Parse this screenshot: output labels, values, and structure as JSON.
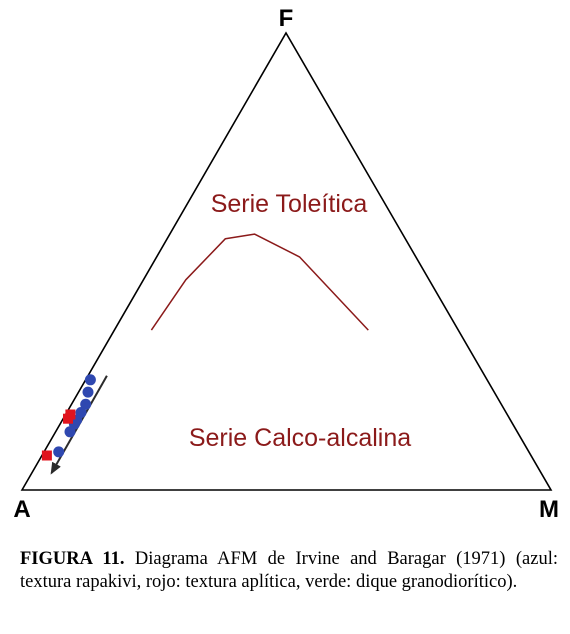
{
  "chart_data": {
    "type": "ternary",
    "vertices": {
      "top": "F",
      "left": "A",
      "right": "M"
    },
    "field_labels": {
      "upper": "Serie Toleítica",
      "lower": "Serie Calco-alcalina"
    },
    "boundary_line": {
      "color": "#8b1a1a",
      "points": [
        {
          "A": 58,
          "F": 35,
          "M": 7
        },
        {
          "A": 46,
          "F": 46,
          "M": 8
        },
        {
          "A": 34,
          "F": 55,
          "M": 11
        },
        {
          "A": 28,
          "F": 56,
          "M": 16
        },
        {
          "A": 22,
          "F": 51,
          "M": 27
        },
        {
          "A": 17,
          "F": 35,
          "M": 48
        }
      ]
    },
    "series": [
      {
        "name": "azul: textura rapakivi",
        "color": "#2f48b0",
        "marker": "circle",
        "points": [
          {
            "A": 84,
            "F": 27,
            "M": 1
          },
          {
            "A": 86,
            "F": 24,
            "M": 2
          },
          {
            "A": 88,
            "F": 21,
            "M": 3
          },
          {
            "A": 90,
            "F": 19,
            "M": 3
          },
          {
            "A": 91,
            "F": 17,
            "M": 3
          },
          {
            "A": 92,
            "F": 16,
            "M": 3
          },
          {
            "A": 93,
            "F": 14,
            "M": 3
          },
          {
            "A": 96,
            "F": 9,
            "M": 3
          }
        ]
      },
      {
        "name": "rojo: textura aplítica",
        "color": "#e0141e",
        "marker": "square",
        "points": [
          {
            "A": 90,
            "F": 18,
            "M": 1
          },
          {
            "A": 91,
            "F": 17,
            "M": 1
          },
          {
            "A": 97,
            "F": 8,
            "M": 1
          }
        ]
      }
    ],
    "trend_arrow": {
      "from": {
        "A": 80,
        "F": 28,
        "M": 4
      },
      "to": {
        "A": 99,
        "F": 4,
        "M": 4
      }
    }
  },
  "caption": {
    "label": "FIGURA 11.",
    "text": " Diagrama AFM de Irvine and Baragar (1971) (azul: textura rapakivi, rojo: textura aplítica, verde: dique granodiorítico)."
  }
}
